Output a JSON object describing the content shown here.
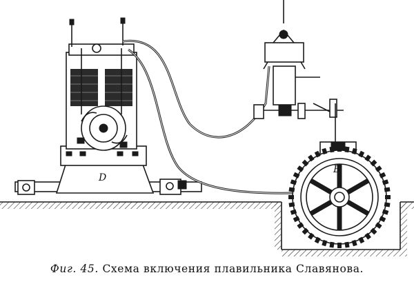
{
  "caption": {
    "figure_number": "Фиг. 45.",
    "title": "Схема включения плавильника Славянова."
  },
  "labels": {
    "dynamo": "D",
    "furnace": "B"
  }
}
